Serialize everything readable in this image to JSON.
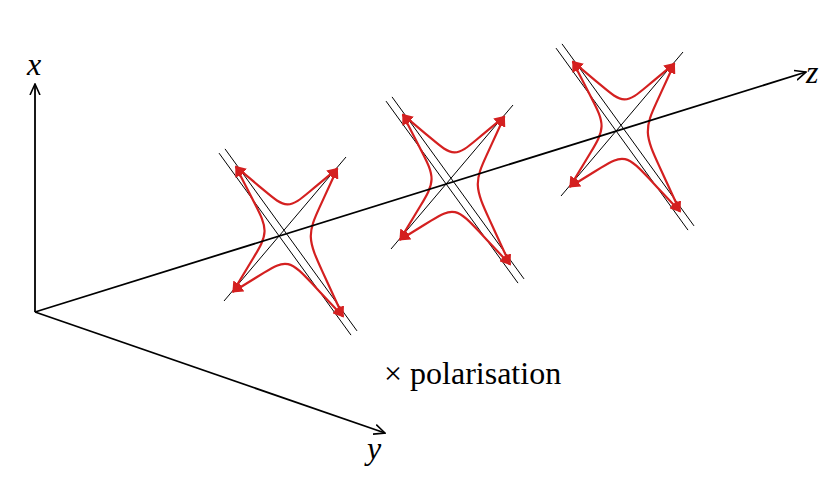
{
  "diagram": {
    "labels": [
      "x",
      "y",
      "z",
      "× polarisation"
    ]
  }
}
